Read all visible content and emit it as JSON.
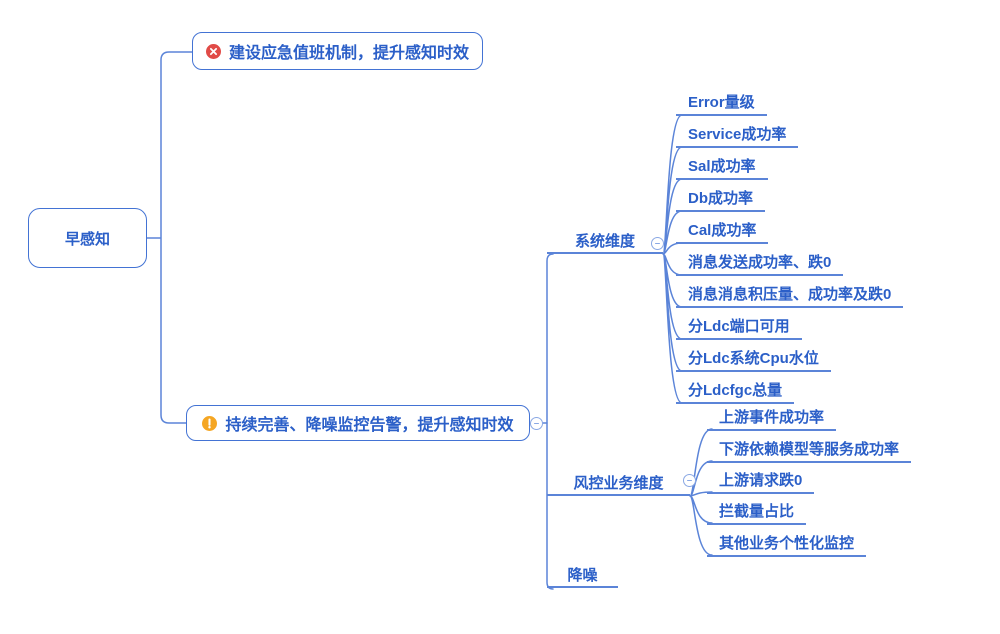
{
  "title": "早感知 mind map",
  "colors": {
    "accent_text": "#2b5fc8",
    "accent_line": "#5b84d8",
    "accent_border": "#4373d4",
    "error_badge": "#e14b47",
    "warning_badge": "#f5a623",
    "background": "#ffffff"
  },
  "root": {
    "label": "早感知"
  },
  "branches": [
    {
      "label": "建设应急值班机制，提升感知时效",
      "icon": "error-cross-badge-icon",
      "children": []
    },
    {
      "label": "持续完善、降噪监控告警，提升感知时效",
      "icon": "warning-exclamation-badge-icon",
      "collapsed": false,
      "children": [
        {
          "label": "系统维度",
          "collapsed": false,
          "children": [
            "Error量级",
            "Service成功率",
            "Sal成功率",
            "Db成功率",
            "Cal成功率",
            "消息发送成功率、跌0",
            "消息消息积压量、成功率及跌0",
            "分Ldc端口可用",
            "分Ldc系统Cpu水位",
            "分Ldcfgc总量"
          ]
        },
        {
          "label": "风控业务维度",
          "collapsed": false,
          "children": [
            "上游事件成功率",
            "下游依赖模型等服务成功率",
            "上游请求跌0",
            "拦截量占比",
            "其他业务个性化监控"
          ]
        },
        {
          "label": "降噪",
          "children": []
        }
      ]
    }
  ]
}
